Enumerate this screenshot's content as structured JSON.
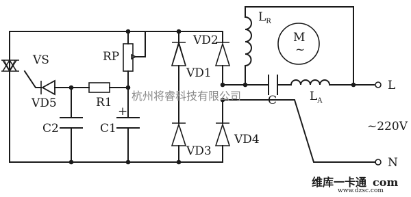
{
  "labels": {
    "vs": "VS",
    "vd5": "VD5",
    "r1": "R1",
    "rp": "RP",
    "c2": "C2",
    "c1": "C1",
    "c": "C",
    "vd1": "VD1",
    "vd2": "VD2",
    "vd3": "VD3",
    "vd4": "VD4",
    "lr_main": "L",
    "lr_sub": "R",
    "la_main": "L",
    "la_sub": "A",
    "motor": "M",
    "motor_symbol": "~",
    "terminal_l": "L",
    "terminal_n": "N",
    "voltage": "~220V",
    "c1_polarity": "+"
  },
  "watermark": {
    "top": "杭州将睿科技有限公司",
    "bottom": "维库一卡通",
    "url": "www.dzsc.com",
    "logo_text": "com"
  }
}
